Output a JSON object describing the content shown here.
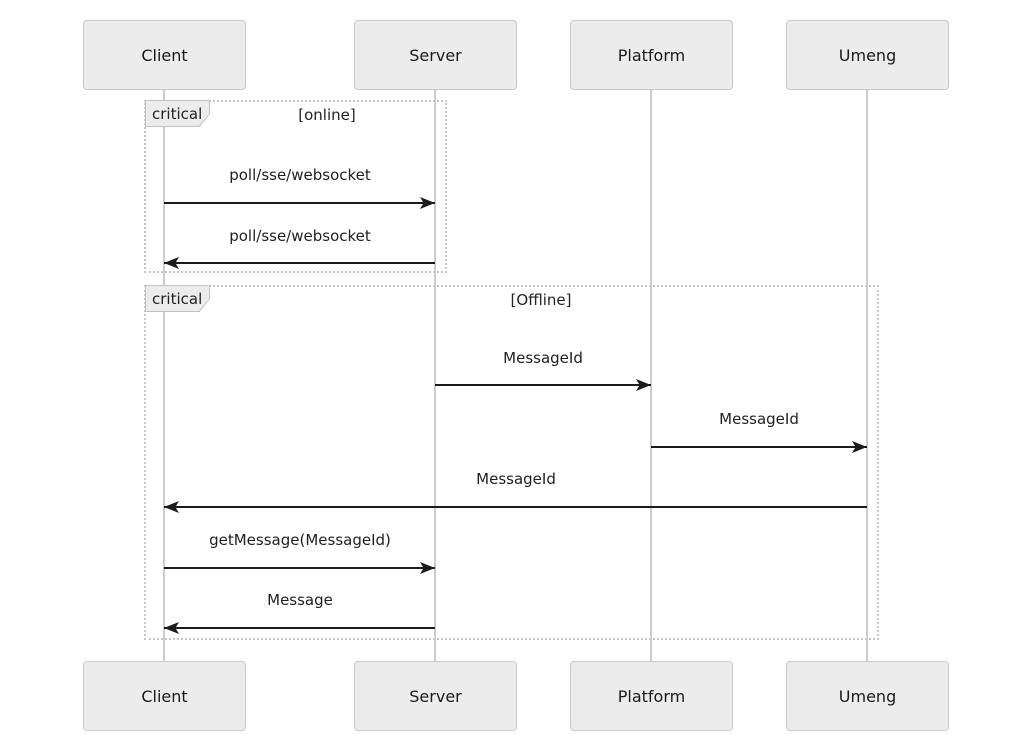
{
  "diagram": {
    "type": "sequence-diagram",
    "participants": [
      {
        "name": "Client"
      },
      {
        "name": "Server"
      },
      {
        "name": "Platform"
      },
      {
        "name": "Umeng"
      }
    ],
    "blocks": [
      {
        "keyword": "critical",
        "condition": "[online]"
      },
      {
        "keyword": "critical",
        "condition": "[Offline]"
      }
    ],
    "messages": [
      {
        "from": "Client",
        "to": "Server",
        "label": "poll/sse/websocket"
      },
      {
        "from": "Server",
        "to": "Client",
        "label": "poll/sse/websocket"
      },
      {
        "from": "Server",
        "to": "Platform",
        "label": "MessageId"
      },
      {
        "from": "Platform",
        "to": "Umeng",
        "label": "MessageId"
      },
      {
        "from": "Umeng",
        "to": "Client",
        "label": "MessageId"
      },
      {
        "from": "Client",
        "to": "Server",
        "label": "getMessage(MessageId)"
      },
      {
        "from": "Server",
        "to": "Client",
        "label": "Message"
      }
    ],
    "colors": {
      "background": "#ffffff",
      "actor_fill": "#ececec",
      "actor_border": "#c9c9c9",
      "lifeline": "#cccccc",
      "block_border": "#c6c6c6",
      "label_fill": "#ececec",
      "arrow": "#1b1b1b",
      "text": "#212121"
    }
  }
}
